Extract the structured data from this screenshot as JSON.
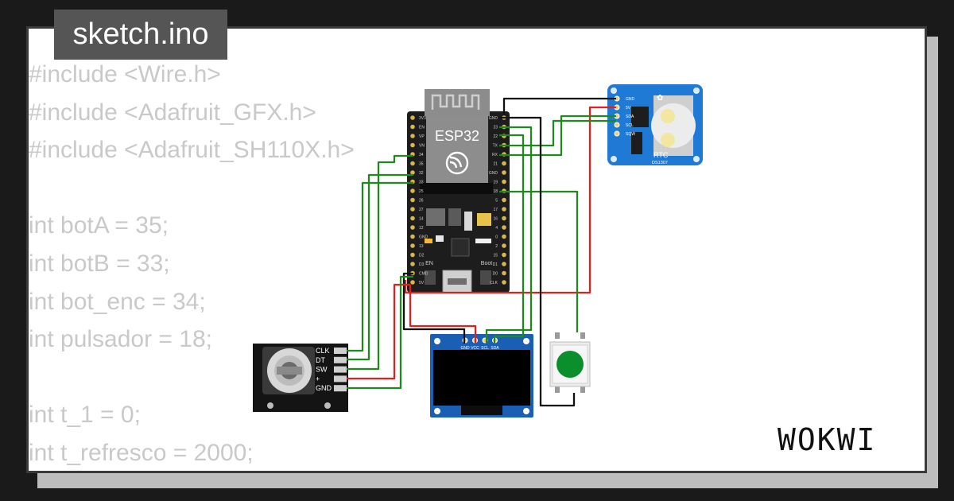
{
  "tab": {
    "label": "sketch.ino"
  },
  "code": {
    "lines": [
      "#include <Wire.h>",
      "#include <Adafruit_GFX.h>",
      "#include <Adafruit_SH110X.h>",
      "",
      "int botA = 35;",
      "int botB = 33;",
      "int bot_enc = 34;",
      "int pulsador = 18;",
      "",
      "int t_1 = 0;",
      "int t_refresco = 2000;"
    ]
  },
  "esp32": {
    "label": "ESP32",
    "en_label": "EN",
    "boot_label": "Boot",
    "left_pins": [
      "3V3",
      "EN",
      "VP",
      "VN",
      "34",
      "35",
      "32",
      "33",
      "25",
      "26",
      "27",
      "14",
      "12",
      "GND",
      "13",
      "D2",
      "D3",
      "CMD",
      "5V"
    ],
    "right_pins": [
      "GND",
      "23",
      "22",
      "TX",
      "RX",
      "21",
      "GND",
      "19",
      "18",
      "5",
      "17",
      "16",
      "4",
      "0",
      "2",
      "15",
      "D1",
      "D0",
      "CLK"
    ]
  },
  "rtc": {
    "label": "RTC",
    "chip": "DS1307",
    "pins": [
      "GND",
      "5V",
      "SDA",
      "SCL",
      "SQW"
    ]
  },
  "encoder": {
    "pins": [
      "CLK",
      "DT",
      "SW",
      "+",
      "GND"
    ]
  },
  "oled": {
    "pins": [
      "GND",
      "VCC",
      "SCL",
      "SDA"
    ]
  },
  "brand": {
    "name": "WOKWI"
  },
  "colors": {
    "wire_green": "#1e8a1e",
    "wire_red": "#e02020",
    "wire_black": "#111111",
    "board_dark": "#1d1d1d",
    "rtc_blue": "#1f7ad6",
    "button_green": "#0a8f2c"
  }
}
